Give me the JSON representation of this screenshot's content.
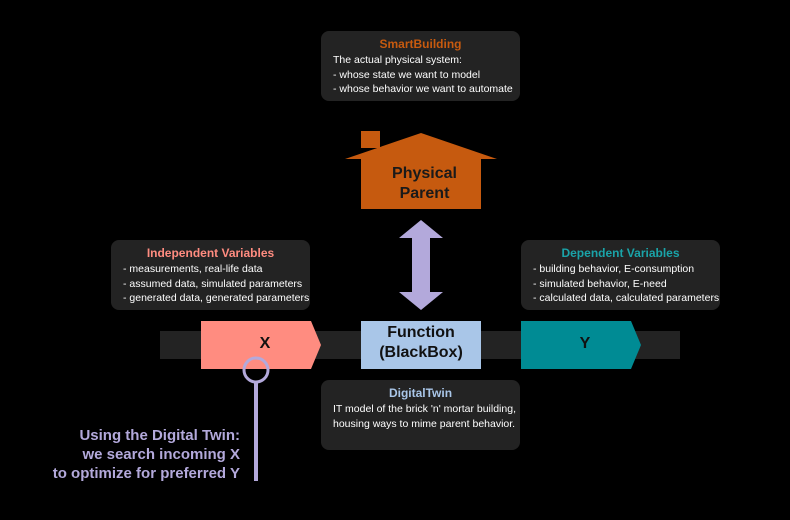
{
  "smartbuilding": {
    "title": "SmartBuilding",
    "lines": [
      "The actual physical system:",
      "- whose state we want to model",
      "- whose behavior we want to automate"
    ]
  },
  "physical_parent": {
    "line1": "Physical",
    "line2": "Parent"
  },
  "independent": {
    "title": "Independent Variables",
    "lines": [
      "- measurements, real-life data",
      "- assumed data, simulated parameters",
      "- generated data, generated parameters"
    ]
  },
  "dependent": {
    "title": "Dependent Variables",
    "lines": [
      "- building behavior, E-consumption",
      "- simulated behavior, E-need",
      "- calculated data, calculated parameters"
    ]
  },
  "function": {
    "line1": "Function",
    "line2": "(BlackBox)"
  },
  "x_label": "X",
  "y_label": "Y",
  "digitaltwin": {
    "title": "DigitalTwin",
    "lines": [
      "IT model of the brick 'n' mortar building,",
      "housing ways to mime parent behavior."
    ]
  },
  "usage": {
    "lines": [
      "Using the Digital Twin:",
      "we search incoming X",
      "to optimize for preferred Y"
    ]
  },
  "colors": {
    "background": "#000000",
    "box": "#232323",
    "house": "#c65a0f",
    "x_block": "#ff8c80",
    "y_block": "#008b94",
    "function_block": "#a9c6e8",
    "arrow": "#b3a9db",
    "track": "#232323"
  }
}
